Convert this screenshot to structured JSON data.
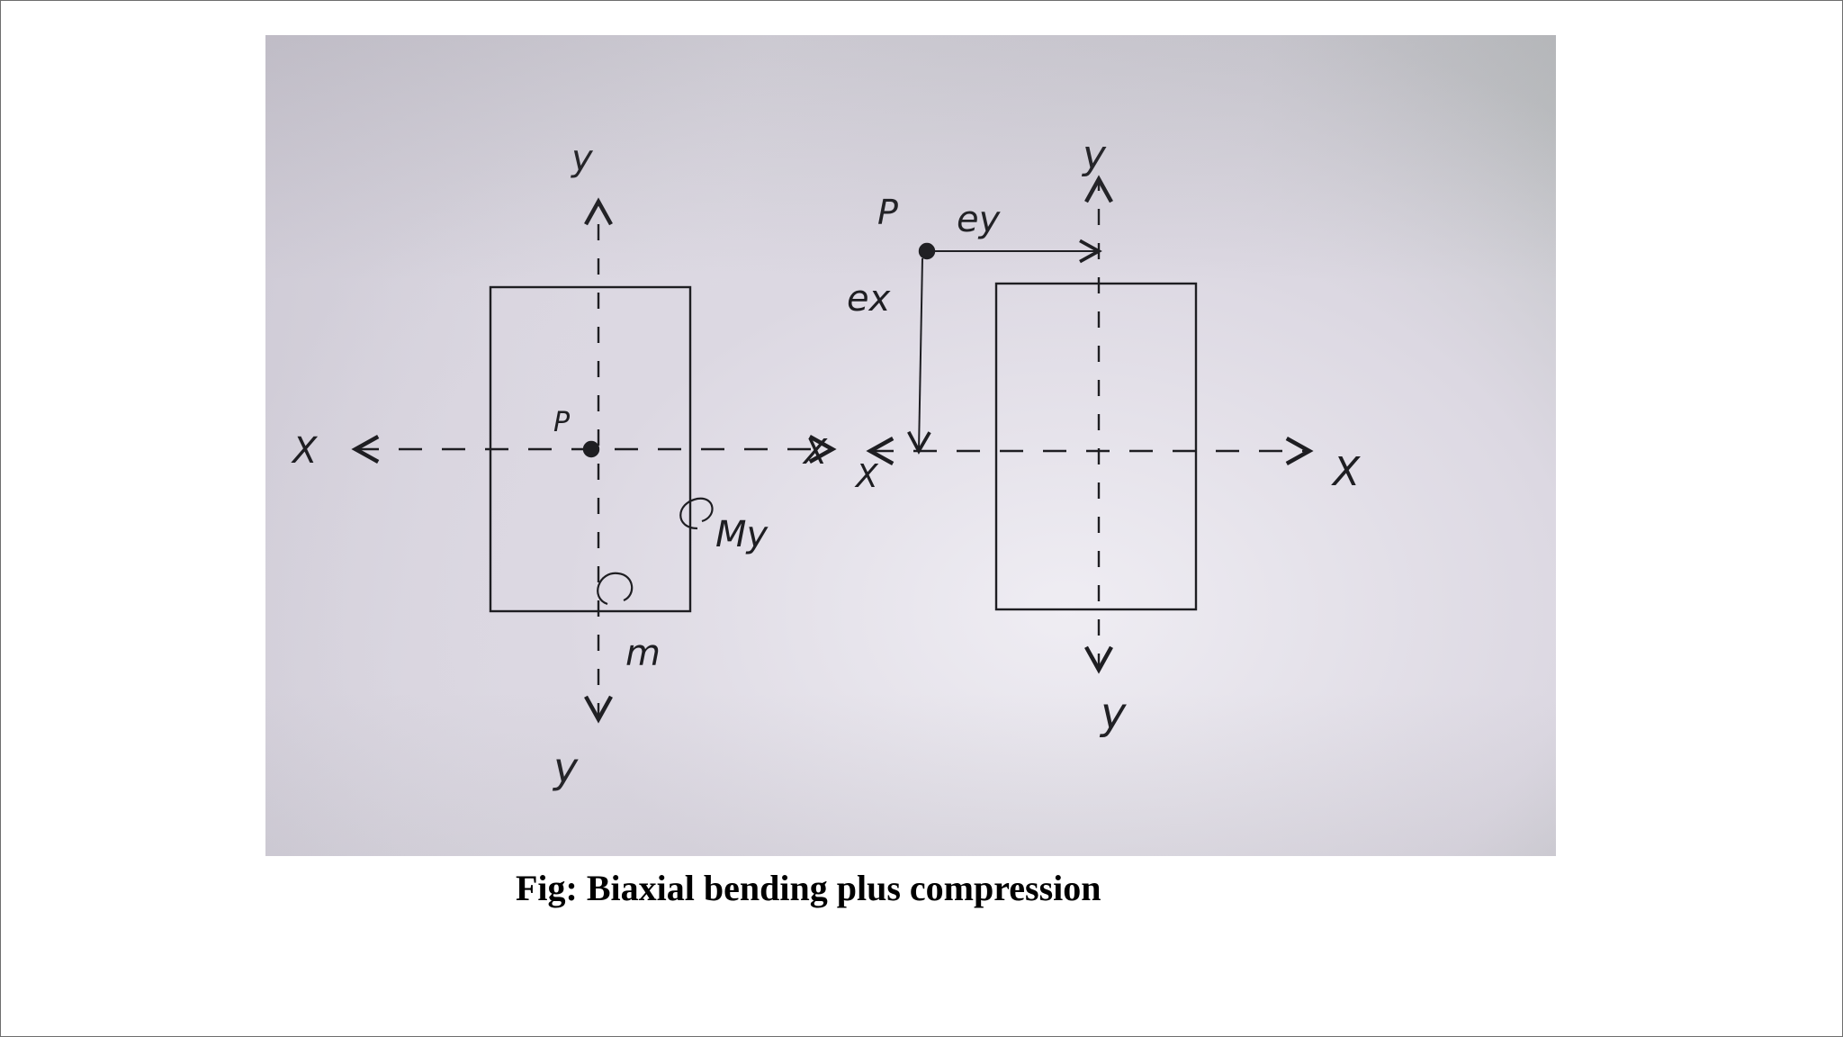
{
  "caption": "Fig: Biaxial bending plus compression",
  "left_sketch": {
    "y_top": "y",
    "y_bottom": "y",
    "x_left": "X",
    "x_right": "X",
    "load": "P",
    "moment_y": "My",
    "moment_x": "m"
  },
  "right_sketch": {
    "y_top": "y",
    "y_bottom": "y",
    "x_left": "X",
    "x_right": "X",
    "load": "P",
    "ecc_y": "ey",
    "ecc_x": "ex"
  },
  "colors": {
    "ink": "#1e1e22",
    "paper": "#dcd8e2"
  }
}
